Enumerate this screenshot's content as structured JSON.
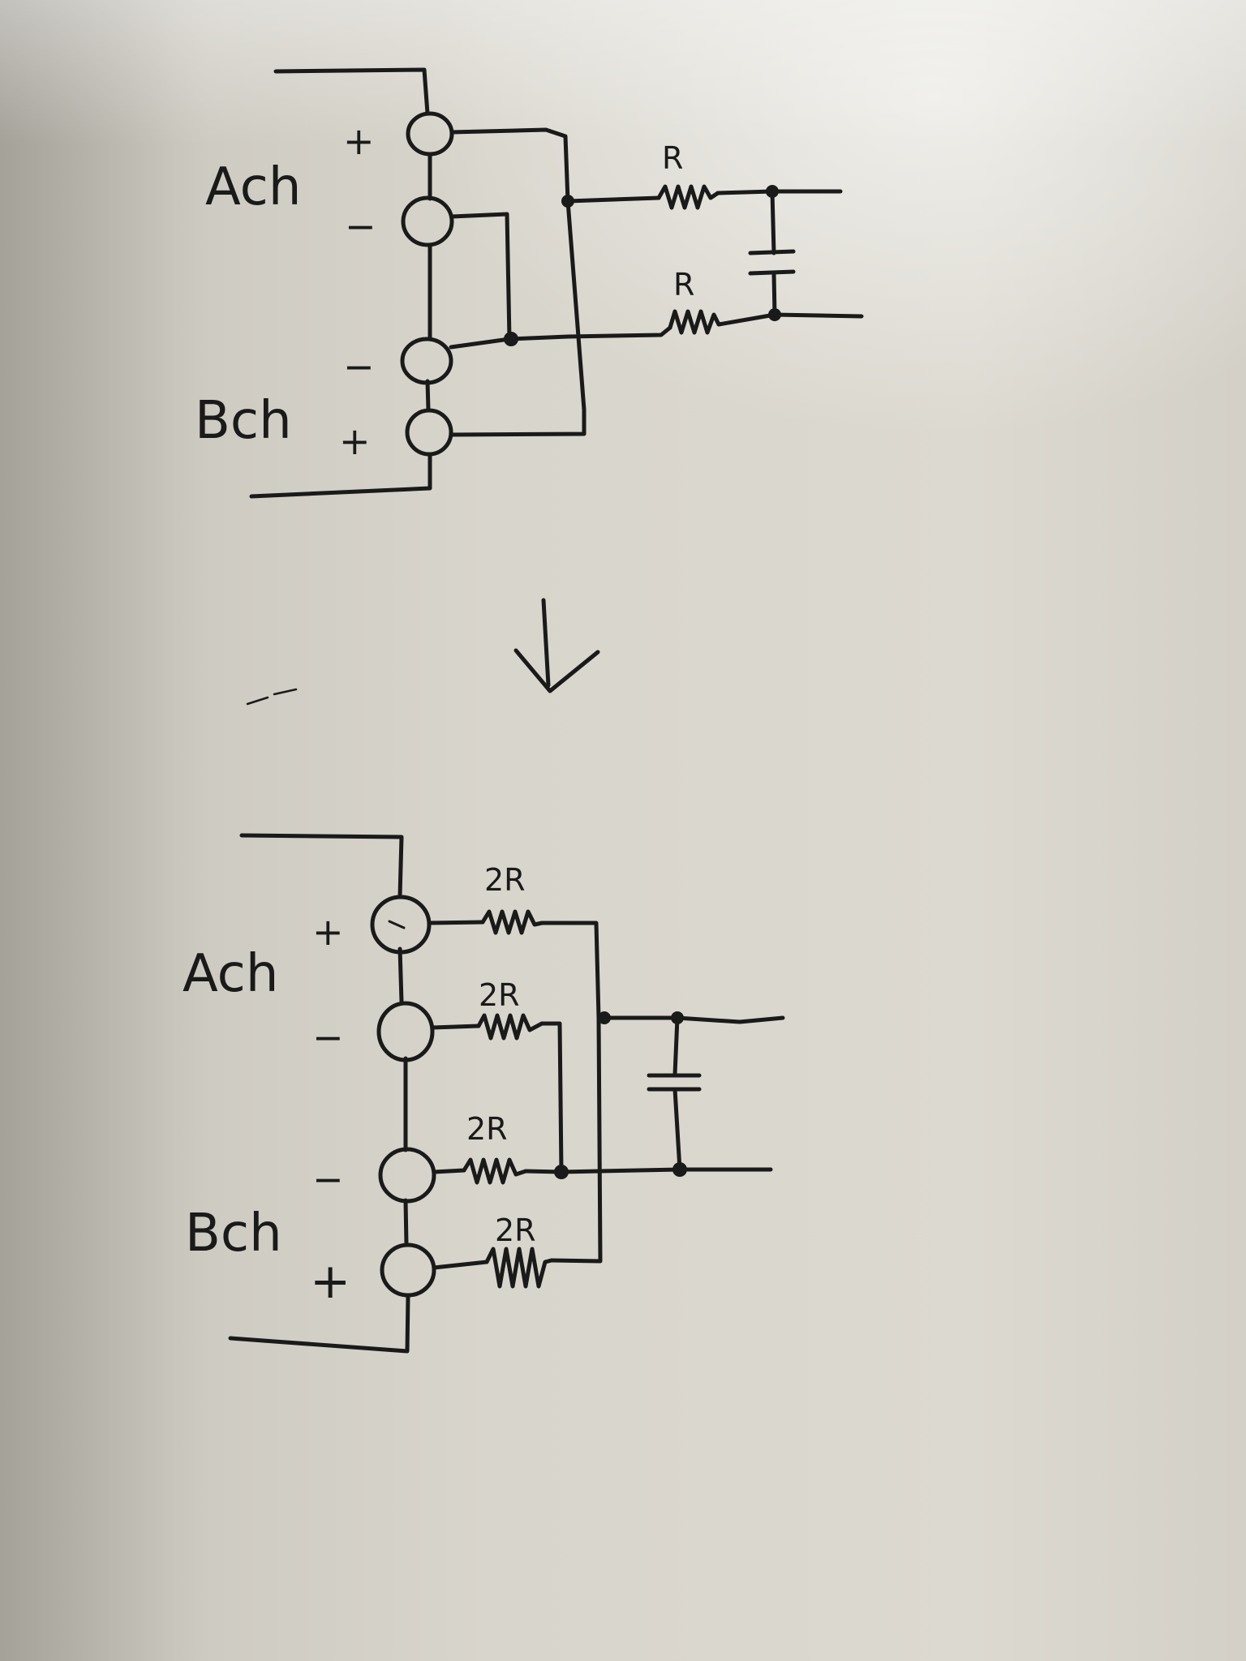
{
  "diagram": {
    "before": {
      "channel_a": "Ach",
      "channel_b": "Bch",
      "a_plus": "+",
      "a_minus": "−",
      "b_minus": "−",
      "b_plus": "+",
      "resistor_top": "R",
      "resistor_bottom": "R"
    },
    "after": {
      "channel_a": "Ach",
      "channel_b": "Bch",
      "a_plus": "+",
      "a_minus": "−",
      "b_minus": "−",
      "b_plus": "+",
      "resistor_a_plus": "2R",
      "resistor_a_minus": "2R",
      "resistor_b_minus": "2R",
      "resistor_b_plus": "2R"
    }
  }
}
